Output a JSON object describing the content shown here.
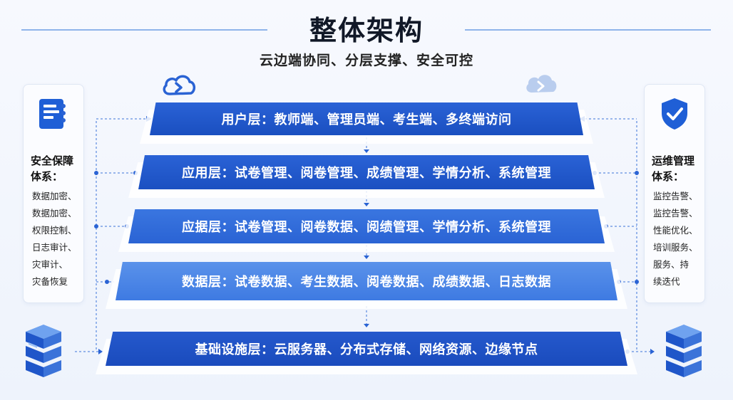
{
  "title": "整体架构",
  "subtitle": "云边端协同、分层支撑、安全可控",
  "left_panel": {
    "icon": "document-list-icon",
    "heading": "安全保障体系：",
    "items": [
      "数据加密、",
      "数据加密、",
      "权限控制、",
      "日志审计、",
      "灾审计、",
      "灾备恢复"
    ]
  },
  "right_panel": {
    "icon": "shield-check-icon",
    "heading": "运维管理体系：",
    "items": [
      "监控告警、",
      "监控告警、",
      "性能优化、",
      "培训服务、",
      "服务、持",
      "续迭代"
    ]
  },
  "layers": [
    {
      "id": "user",
      "label": "用户层：教师端、管理员端、考生端、多终端访问",
      "color": "#1f56c9"
    },
    {
      "id": "app",
      "label": "应用层：试卷管理、阅卷管理、成绩管理、学情分析、系统管理",
      "color": "#1e55c8"
    },
    {
      "id": "support",
      "label": "应据层：试卷管理、阅卷数据、阅绩管理、学情分析、系统管理",
      "color": "#2d6ad6"
    },
    {
      "id": "data",
      "label": "数据层：试卷数据、考生数据、阅卷数据、成绩数据、日志数据",
      "color": "#4a84e6"
    },
    {
      "id": "infra",
      "label": "基础设施层：云服务器、分布式存储、网络资源、边缘节点",
      "color": "#1b4fc2"
    }
  ],
  "colors": {
    "accent": "#1f56c9",
    "line": "#8fb4ea"
  },
  "decor_icons": [
    "cloud-sync-icon",
    "cloud-sync-icon-light",
    "server-stack-icon",
    "server-stack-icon"
  ]
}
